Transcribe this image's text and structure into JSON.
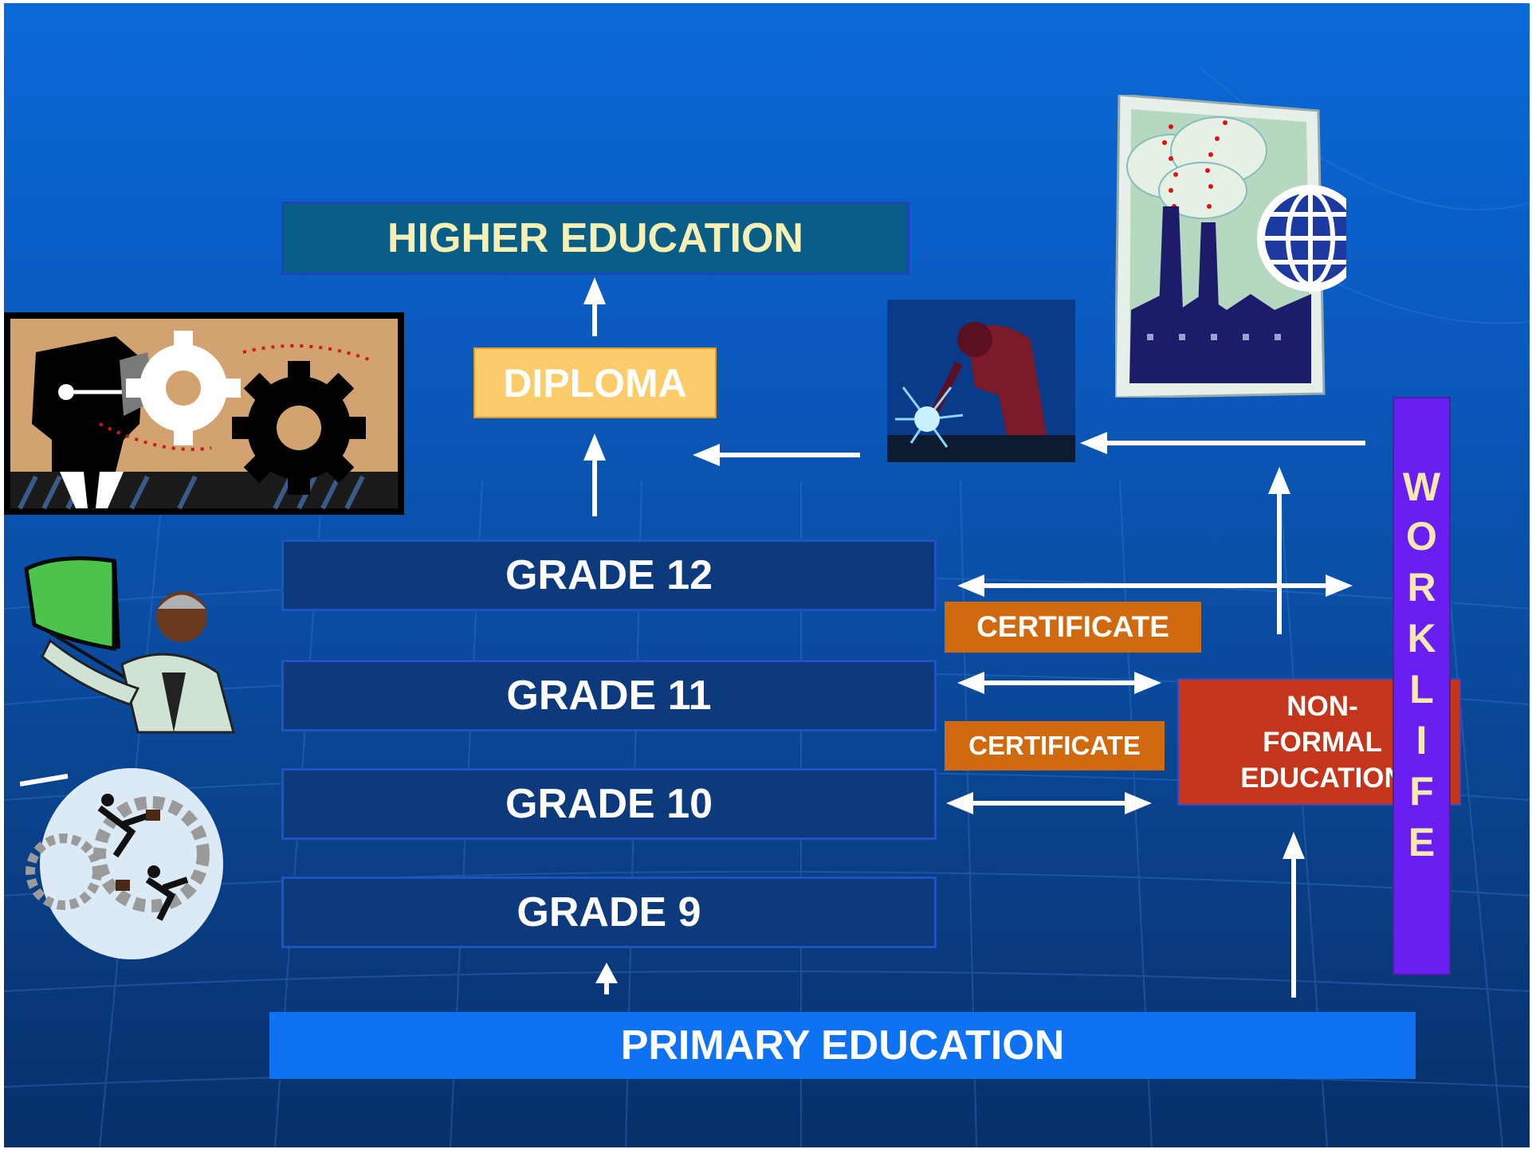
{
  "boxes": {
    "higher_education": "HIGHER EDUCATION",
    "diploma": "DIPLOMA",
    "grade12": "GRADE 12",
    "grade11": "GRADE 11",
    "grade10": "GRADE 10",
    "grade9": "GRADE 9",
    "primary_education": "PRIMARY EDUCATION",
    "certificate_1": "CERTIFICATE",
    "certificate_2": "CERTIFICATE",
    "non_formal_lines": [
      "NON-",
      "FORMAL",
      "EDUCATION"
    ]
  },
  "worklife_letters": [
    "W",
    "O",
    "R",
    "K",
    "L",
    "I",
    "F",
    "E"
  ],
  "colors": {
    "background_top": "#0a6ad6",
    "background_bottom": "#08306a",
    "grade_box": "#0d3a7c",
    "higher_education_box": "#095e88",
    "diploma_box": "#fccb6a",
    "certificate_box": "#d06a10",
    "non_formal_box": "#c4361c",
    "worklife_bar": "#6b1ef2",
    "primary_box": "#0f72f2",
    "arrow": "#ffffff"
  },
  "illustrations": [
    "gears-thinker-icon",
    "teacher-presenting-icon",
    "running-businessmen-gears-icon",
    "welder-icon",
    "factory-globe-icon"
  ]
}
